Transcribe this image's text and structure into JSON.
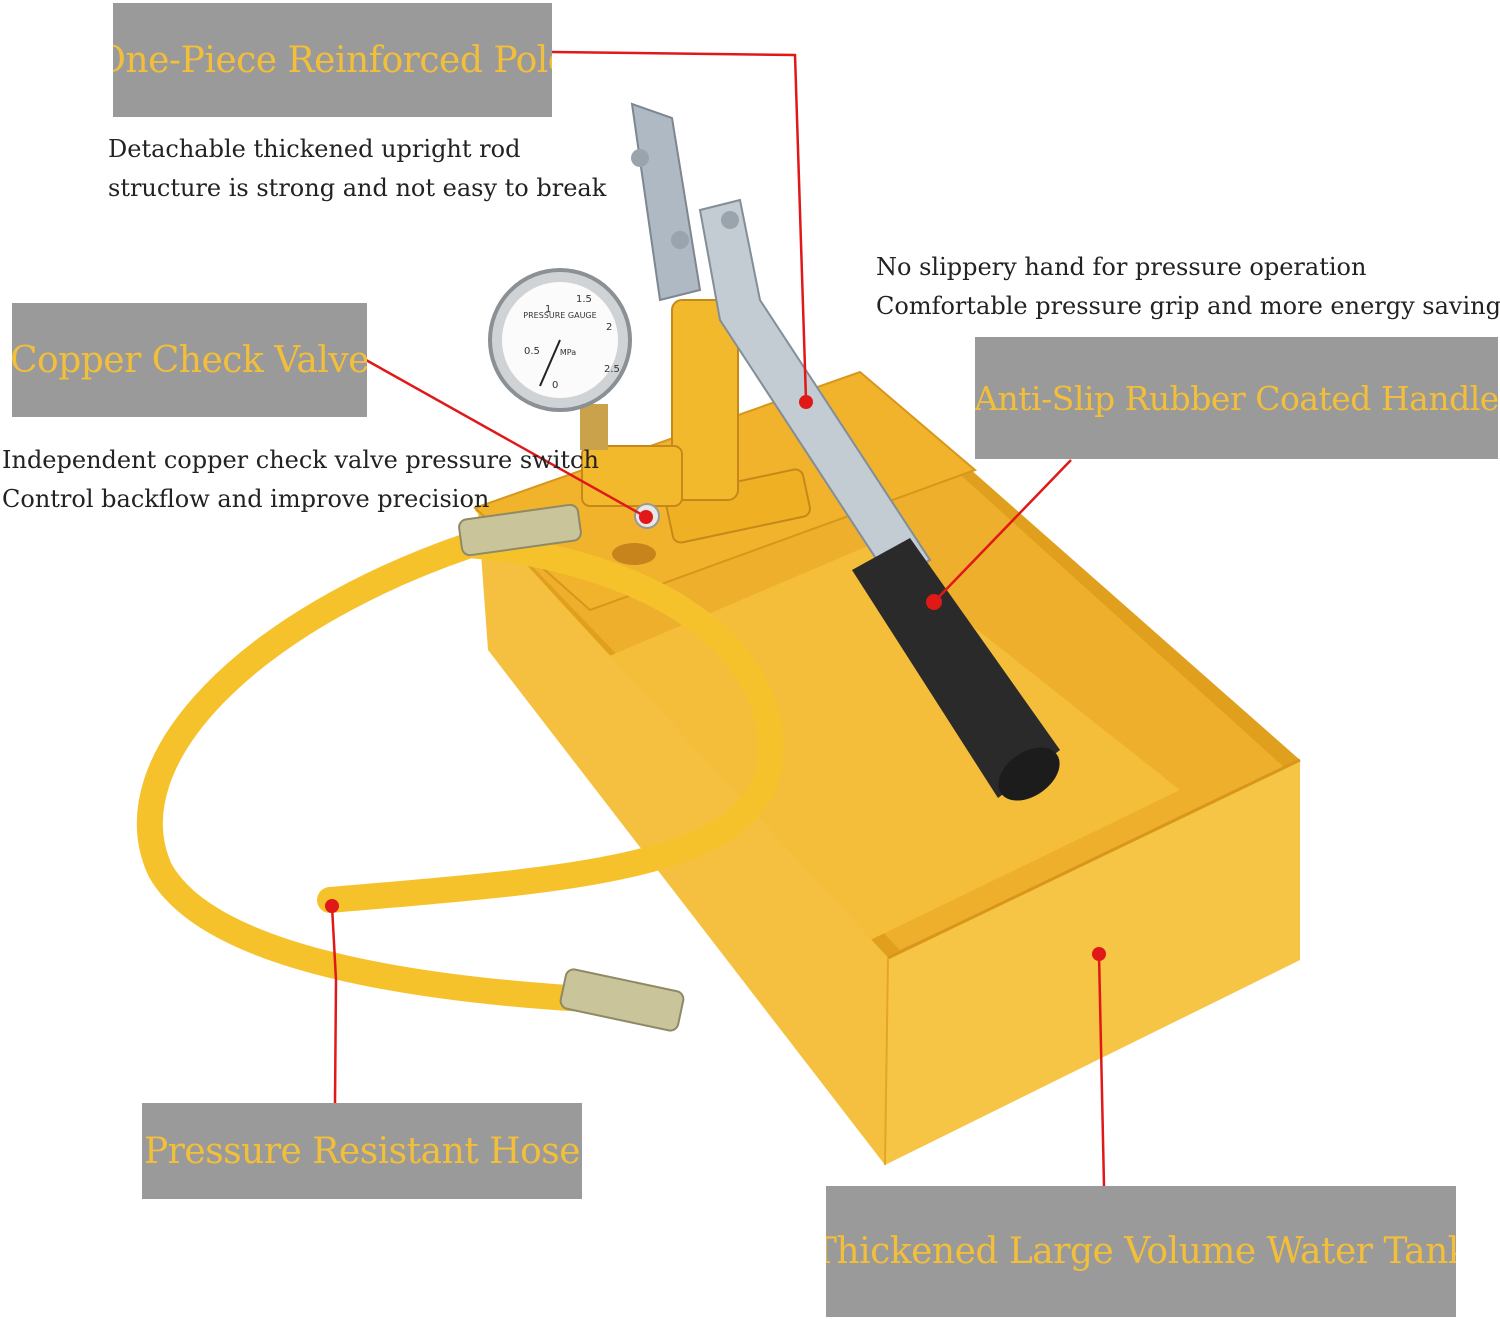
{
  "colors": {
    "label_bg": "#9a9a9a",
    "label_text": "#f3bf3a",
    "callout_line": "#e01818",
    "tank_yellow": "#f2b52a",
    "hose_yellow": "#f7c52c",
    "handle_black": "#2a2a2a",
    "metal": "#b8c0c8"
  },
  "callouts": {
    "pole": {
      "label": "One-Piece Reinforced Pole",
      "desc": [
        "Detachable thickened upright rod",
        "structure is strong and not easy to break"
      ]
    },
    "valve": {
      "label": "Copper Check Valve",
      "desc": [
        "Independent copper check valve pressure switch",
        "Control backflow and improve precision"
      ]
    },
    "handle": {
      "label": "Anti-Slip Rubber Coated Handle",
      "desc": [
        "No slippery hand for pressure operation",
        "Comfortable pressure grip and more energy saving"
      ]
    },
    "hose": {
      "label": "Pressure Resistant Hose"
    },
    "tank": {
      "label": "Thickened Large Volume Water Tank"
    }
  },
  "gauge": {
    "face_text": "PRESSURE GAUGE",
    "unit": "MPa",
    "ticks": [
      "0",
      "0.5",
      "1",
      "1.5",
      "2",
      "2.5"
    ]
  }
}
